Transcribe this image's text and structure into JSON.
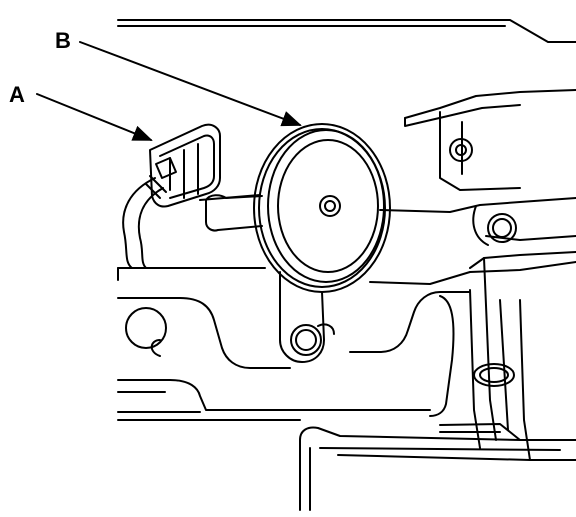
{
  "callouts": {
    "a": {
      "letter": "A",
      "target": "horn-connector"
    },
    "b": {
      "letter": "B",
      "target": "horn"
    }
  },
  "colors": {
    "ink": "#000000",
    "paper": "#ffffff"
  }
}
